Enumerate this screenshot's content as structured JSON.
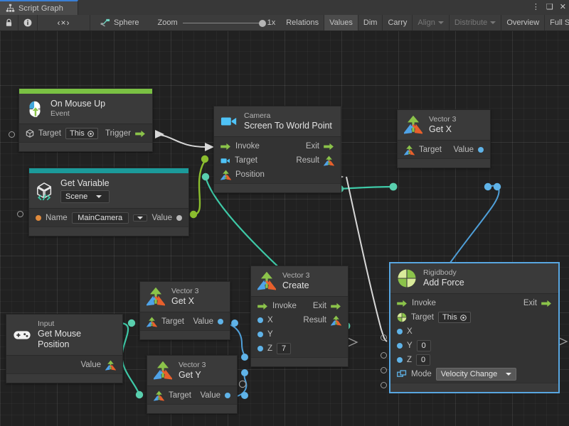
{
  "window": {
    "tab_label": "Script Graph",
    "tab_icon": "script-graph-icon",
    "controls": {
      "menu": "⋮",
      "maximize": "❑",
      "close": "✕"
    }
  },
  "toolbar": {
    "lock_icon": "lock-icon",
    "info_icon": "info-icon",
    "code_icon": "code-icon",
    "code_label": "‹×›",
    "target_icon": "graph-icon",
    "target_label": "Sphere",
    "zoom_label": "Zoom",
    "zoom_value": "1x",
    "buttons": [
      {
        "label": "Relations",
        "active": false,
        "enabled": true
      },
      {
        "label": "Values",
        "active": true,
        "enabled": true
      },
      {
        "label": "Dim",
        "active": false,
        "enabled": true
      },
      {
        "label": "Carry",
        "active": false,
        "enabled": true
      },
      {
        "label": "Align",
        "active": false,
        "enabled": false,
        "dropdown": true
      },
      {
        "label": "Distribute",
        "active": false,
        "enabled": false,
        "dropdown": true
      },
      {
        "label": "Overview",
        "active": false,
        "enabled": true
      },
      {
        "label": "Full Screen",
        "active": false,
        "enabled": true
      }
    ]
  },
  "colors": {
    "event_accent": "#7ac143",
    "variable_accent": "#1b9a9a",
    "selection": "#58a6e0",
    "flow_wire": "#d8d8d8",
    "green_wire": "#8bbd2e",
    "teal_wire": "#3ec9a7",
    "blue_wire": "#4f9fd8",
    "canvas_bg": "#212121"
  },
  "nodes": [
    {
      "id": "on-mouse-up",
      "name": "on-mouse-up-node",
      "title": "On Mouse Up",
      "subtitle": "Event",
      "title_first": true,
      "accent": "#7ac143",
      "icon": "mouse-up-event-icon",
      "rows": [
        {
          "left_label": "Target",
          "left_icon": "gameobject-icon",
          "left_value": "This",
          "right_label": "Trigger",
          "right_icon": "flow-arrow-icon"
        }
      ]
    },
    {
      "id": "get-variable",
      "name": "get-variable-node",
      "title": "Get Variable",
      "subtitle": "Scene",
      "subtitle_dropdown": true,
      "accent": "#1b9a9a",
      "icon": "unity-variable-icon",
      "rows": [
        {
          "left_label": "Name",
          "left_dot": "orange",
          "left_value": "MainCamera",
          "left_value_dropdown": true,
          "right_label": "Value",
          "right_dot": "white"
        }
      ]
    },
    {
      "id": "camera-screen-to-world-point",
      "name": "camera-screen-to-world-point-node",
      "title": "Screen To World Point",
      "subtitle": "Camera",
      "icon": "camera-icon",
      "rows": [
        {
          "left_label": "Invoke",
          "left_icon": "flow-arrow-icon",
          "right_label": "Exit",
          "right_icon": "flow-arrow-icon"
        },
        {
          "left_label": "Target",
          "left_icon": "camera-icon",
          "right_label": "Result",
          "right_icon": "vector3-icon"
        },
        {
          "left_label": "Position",
          "left_icon": "vector3-icon"
        }
      ]
    },
    {
      "id": "vector3-get-x-top",
      "name": "vector3-get-x-node-top",
      "title": "Get X",
      "subtitle": "Vector 3",
      "icon": "vector3-icon",
      "rows": [
        {
          "left_label": "Target",
          "left_icon": "vector3-icon",
          "right_label": "Value",
          "right_dot": "blue"
        }
      ]
    },
    {
      "id": "vector3-get-x-bottom",
      "name": "vector3-get-x-node-bottom",
      "title": "Get X",
      "subtitle": "Vector 3",
      "icon": "vector3-icon",
      "rows": [
        {
          "left_label": "Target",
          "left_icon": "vector3-icon",
          "right_label": "Value",
          "right_dot": "blue"
        }
      ]
    },
    {
      "id": "vector3-get-y",
      "name": "vector3-get-y-node",
      "title": "Get Y",
      "subtitle": "Vector 3",
      "icon": "vector3-icon",
      "rows": [
        {
          "left_label": "Target",
          "left_icon": "vector3-icon",
          "right_label": "Value",
          "right_dot": "blue"
        }
      ]
    },
    {
      "id": "input-get-mouse-position",
      "name": "input-get-mouse-position-node",
      "title": "Get Mouse Position",
      "subtitle": "Input",
      "icon": "gamepad-icon",
      "rows": [
        {
          "right_label": "Value",
          "right_icon": "vector3-icon"
        }
      ]
    },
    {
      "id": "vector3-create",
      "name": "vector3-create-node",
      "title": "Create",
      "subtitle": "Vector 3",
      "icon": "vector3-icon",
      "rows": [
        {
          "left_label": "Invoke",
          "left_icon": "flow-arrow-icon",
          "right_label": "Exit",
          "right_icon": "flow-arrow-icon"
        },
        {
          "left_label": "X",
          "left_dot": "blue",
          "right_label": "Result",
          "right_icon": "vector3-icon"
        },
        {
          "left_label": "Y",
          "left_dot": "blue"
        },
        {
          "left_label": "Z",
          "left_dot": "blue",
          "left_value": "7"
        }
      ]
    },
    {
      "id": "rigidbody-add-force",
      "name": "rigidbody-add-force-node",
      "title": "Add Force",
      "subtitle": "Rigidbody",
      "icon": "rigidbody-icon",
      "selected": true,
      "rows": [
        {
          "left_label": "Invoke",
          "left_icon": "flow-arrow-icon",
          "right_label": "Exit",
          "right_icon": "flow-arrow-icon"
        },
        {
          "left_label": "Target",
          "left_icon": "rigidbody-icon",
          "left_value": "This"
        },
        {
          "left_label": "X",
          "left_dot": "blue"
        },
        {
          "left_label": "Y",
          "left_dot": "blue",
          "left_value": "0"
        },
        {
          "left_label": "Z",
          "left_dot": "blue",
          "left_value": "0"
        },
        {
          "left_label": "Mode",
          "left_icon": "enum-icon",
          "left_value": "Velocity Change",
          "left_value_dropdown": true
        }
      ]
    }
  ]
}
